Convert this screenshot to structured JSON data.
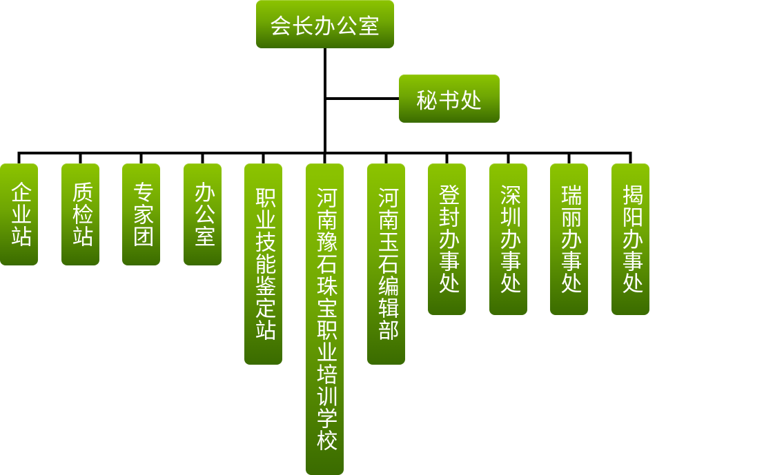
{
  "root": {
    "label": "会长办公室"
  },
  "assistant": {
    "label": "秘书处"
  },
  "departments": [
    {
      "label": "企业站"
    },
    {
      "label": "质检站"
    },
    {
      "label": "专家团"
    },
    {
      "label": "办公室"
    },
    {
      "label": "职业技能鉴定站"
    },
    {
      "label": "河南豫石珠宝职业培训学校"
    },
    {
      "label": "河南玉石编辑部"
    },
    {
      "label": "登封办事处"
    },
    {
      "label": "深圳办事处"
    },
    {
      "label": "瑞丽办事处"
    },
    {
      "label": "揭阳办事处"
    }
  ],
  "colors": {
    "box_top": "#8cc400",
    "box_bottom": "#3a6b00",
    "connector": "#000000",
    "text": "#ffffff"
  }
}
